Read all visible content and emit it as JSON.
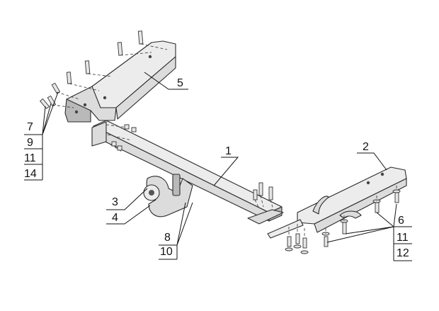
{
  "callouts": {
    "c1": "1",
    "c2": "2",
    "c3": "3",
    "c4": "4",
    "c5": "5",
    "c6": "6",
    "c7": "7",
    "c8": "8",
    "c9": "9",
    "c10": "10",
    "c11a": "11",
    "c11b": "11",
    "c12": "12",
    "c14": "14"
  }
}
